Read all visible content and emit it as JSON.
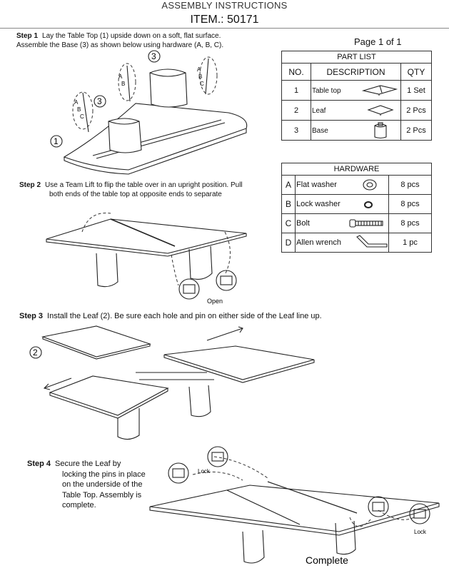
{
  "header": {
    "title": "ASSEMBLY INSTRUCTIONS",
    "item": "ITEM.: 50171"
  },
  "page": "Page 1 of 1",
  "steps": [
    {
      "label": "Step 1",
      "text_line1": "Lay the Table Top (1) upside down on a soft, flat surface.",
      "text_line2": "Assemble the Base (3) as shown below using hardware (A, B, C)."
    },
    {
      "label": "Step 2",
      "text_line1": "Use a Team Lift to flip the table over in an upright position. Pull",
      "text_line2": "both ends of the table top at opposite ends to separate"
    },
    {
      "label": "Step 3",
      "text_line1": "Install the Leaf (2). Be sure each hole and pin on either side of the Leaf line up."
    },
    {
      "label": "Step 4",
      "text_lines": [
        "Secure the Leaf by",
        "locking the pins in place",
        "on the underside of the",
        "Table Top. Assembly is",
        "complete."
      ]
    }
  ],
  "part_list": {
    "title": "PART LIST",
    "headers": [
      "NO.",
      "DESCRIPTION",
      "QTY"
    ],
    "rows": [
      {
        "no": "1",
        "desc": "Table top",
        "qty": "1 Set",
        "icon": "table-top-icon"
      },
      {
        "no": "2",
        "desc": "Leaf",
        "qty": "2 Pcs",
        "icon": "leaf-icon"
      },
      {
        "no": "3",
        "desc": "Base",
        "qty": "2 Pcs",
        "icon": "base-icon"
      }
    ]
  },
  "hardware": {
    "title": "HARDWARE",
    "rows": [
      {
        "letter": "A",
        "name": "Flat washer",
        "qty": "8 pcs",
        "icon": "flat-washer-icon"
      },
      {
        "letter": "B",
        "name": "Lock washer",
        "qty": "8 pcs",
        "icon": "lock-washer-icon"
      },
      {
        "letter": "C",
        "name": "Bolt",
        "qty": "8 pcs",
        "icon": "bolt-icon"
      },
      {
        "letter": "D",
        "name": "Allen wrench",
        "qty": "1 pc",
        "icon": "allen-wrench-icon"
      }
    ]
  },
  "callouts": {
    "one": "1",
    "two": "2",
    "three": "3",
    "open": "Open",
    "lock": "Lock",
    "complete": "Complete"
  }
}
